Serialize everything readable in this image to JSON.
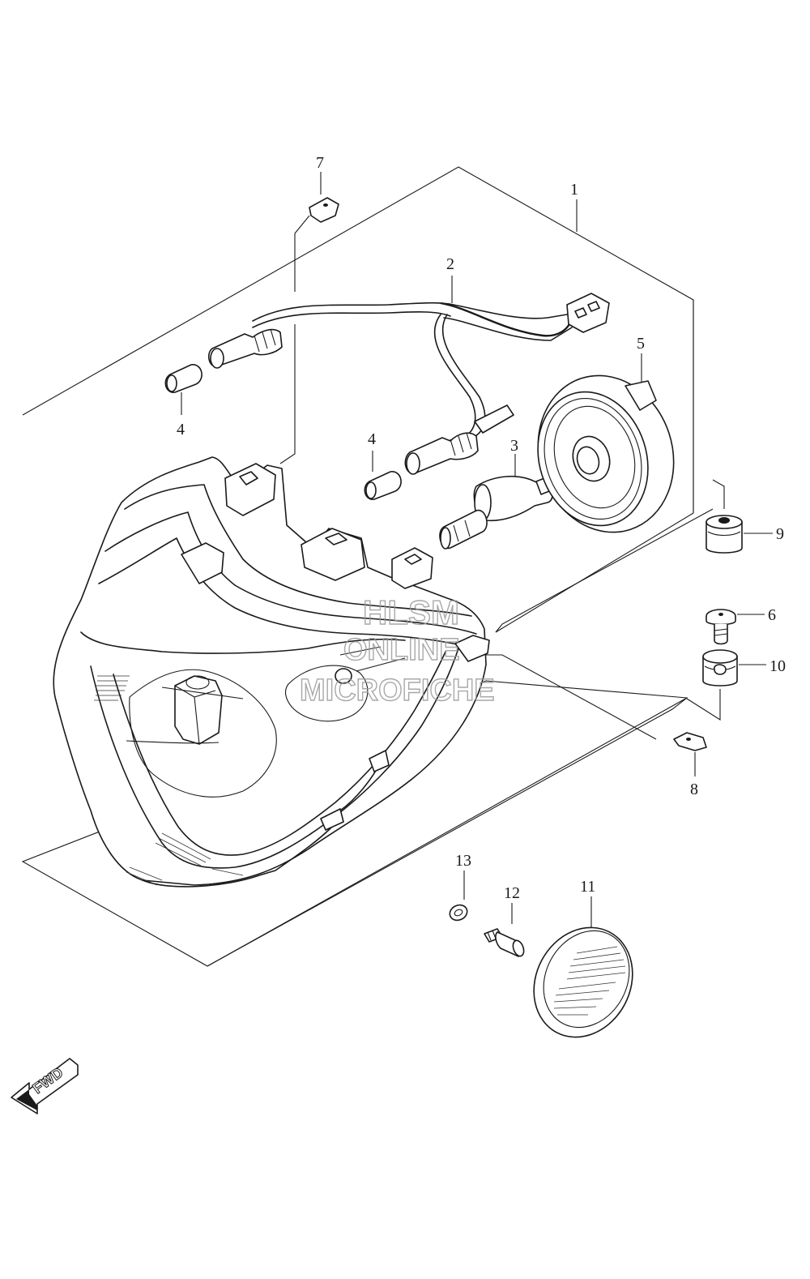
{
  "callouts": [
    {
      "id": "1",
      "text": "1"
    },
    {
      "id": "2",
      "text": "2"
    },
    {
      "id": "3",
      "text": "3"
    },
    {
      "id": "4a",
      "text": "4"
    },
    {
      "id": "4b",
      "text": "4"
    },
    {
      "id": "5",
      "text": "5"
    },
    {
      "id": "6",
      "text": "6"
    },
    {
      "id": "7",
      "text": "7"
    },
    {
      "id": "8",
      "text": "8"
    },
    {
      "id": "9",
      "text": "9"
    },
    {
      "id": "10",
      "text": "10"
    },
    {
      "id": "11",
      "text": "11"
    },
    {
      "id": "12",
      "text": "12"
    },
    {
      "id": "13",
      "text": "13"
    }
  ],
  "watermark": {
    "line1": "HLSM",
    "line2": "ONLINE",
    "line3": "MICROFICHE"
  },
  "direction_badge": {
    "label": "FWD",
    "icon": "arrow-forward-icon"
  }
}
